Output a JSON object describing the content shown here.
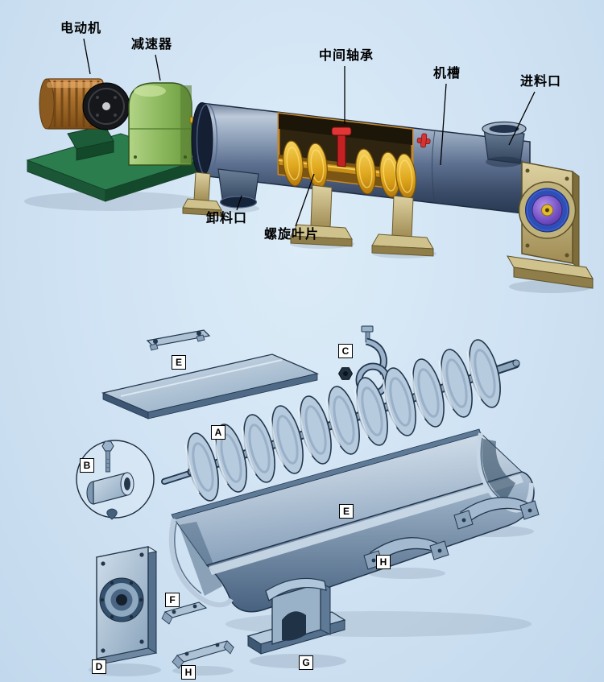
{
  "page": {
    "background_color": "#cfe2f3"
  },
  "assembled_view": {
    "labels": {
      "motor": "电动机",
      "reducer": "减速器",
      "middle_bearing": "中间轴承",
      "trough_case": "机槽",
      "inlet": "进料口",
      "outlet": "卸料口",
      "spiral_blade": "螺旋叶片"
    }
  },
  "exploded_view": {
    "part_labels": {
      "screw": "A",
      "coupling": "B",
      "hanger_bearing": "C",
      "end_plate": "D",
      "cover": "E",
      "trough": "E",
      "bracket_f": "F",
      "stand": "G",
      "support_h1": "H",
      "support_h2": "H"
    }
  },
  "colors": {
    "background": "#cfe2f3",
    "tube_steel": "#5d7090",
    "screw_gold": "#e0a81e",
    "bearing_red": "#cc2424",
    "reducer_green": "#85b356",
    "base_green": "#2c7d4e",
    "motor_copper": "#a8702c",
    "support_tan": "#c9bd85",
    "end_bearing_blue": "#2e4fb8",
    "end_bearing_purple": "#7a57c8",
    "exploded_steel": "#b7cbdf"
  }
}
